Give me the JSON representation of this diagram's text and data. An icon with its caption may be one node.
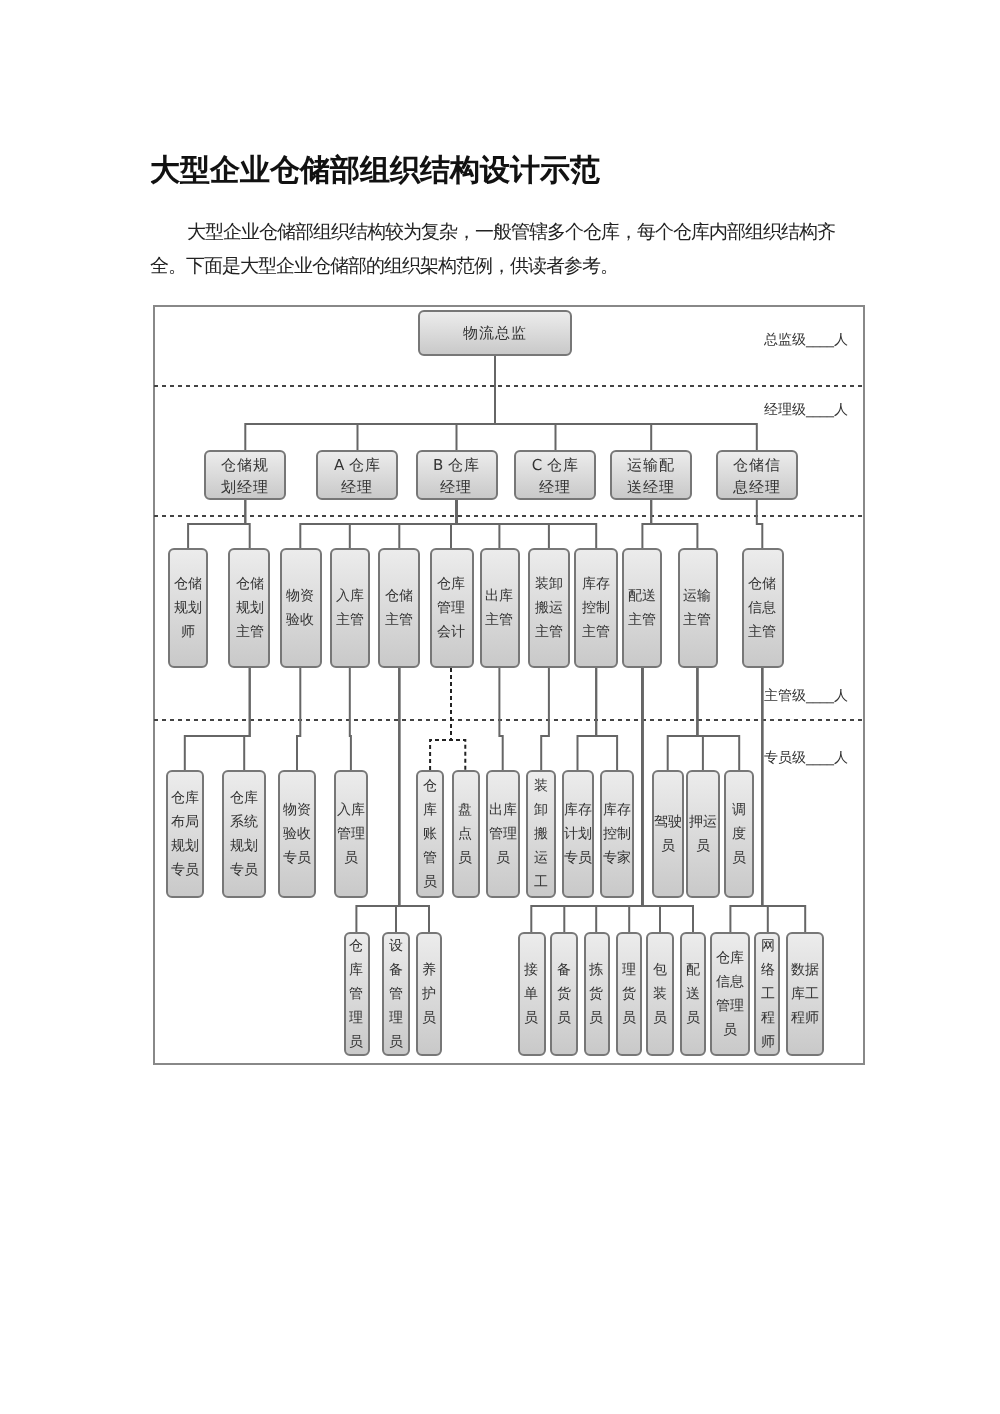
{
  "diagram": {
    "title": "大型企业仓储部组织结构设计示范",
    "nodes": [
      {
        "text": [
          "物流总监"
        ]
      },
      {
        "text": [
          "仓储规划经理"
        ]
      },
      {
        "text": [
          "A 仓库经理"
        ]
      },
      {
        "text": [
          "B 仓库经理"
        ]
      },
      {
        "text": [
          "C 仓库经理"
        ]
      },
      {
        "text": [
          "运输配送经理"
        ]
      },
      {
        "text": [
          "仓储信息经理"
        ]
      },
      {
        "text": [
          "仓储规划师"
        ]
      },
      {
        "text": [
          "仓储规划主管"
        ]
      },
      {
        "text": [
          "物资验收"
        ]
      },
      {
        "text": [
          "入库主管"
        ]
      },
      {
        "text": [
          "仓储主管"
        ]
      },
      {
        "text": [
          "仓库管理会计"
        ]
      },
      {
        "text": [
          "出库主管"
        ]
      },
      {
        "text": [
          "装卸搬运主管"
        ]
      },
      {
        "text": [
          "库存控制主管"
        ]
      },
      {
        "text": [
          "配送主管"
        ]
      },
      {
        "text": [
          "运输主管"
        ]
      },
      {
        "text": [
          "仓储信息主管"
        ]
      },
      {
        "text": [
          "仓库布局规划专员"
        ]
      },
      {
        "text": [
          "仓库系统规划专员"
        ]
      },
      {
        "text": [
          "物资验收专员"
        ]
      },
      {
        "text": [
          "入库管理员"
        ]
      },
      {
        "text": [
          "仓库账管员"
        ]
      },
      {
        "text": [
          "盘点员"
        ]
      },
      {
        "text": [
          "出库管理员"
        ]
      },
      {
        "text": [
          "装卸搬运工"
        ]
      },
      {
        "text": [
          "库存计划专员"
        ]
      },
      {
        "text": [
          "库存控制专家"
        ]
      },
      {
        "text": [
          "驾驶员"
        ]
      },
      {
        "text": [
          "押运员"
        ]
      },
      {
        "text": [
          "调度员"
        ]
      },
      {
        "text": [
          "仓库管理员"
        ]
      },
      {
        "text": [
          "设备管理员"
        ]
      },
      {
        "text": [
          "养护员"
        ]
      },
      {
        "text": [
          "接单员"
        ]
      },
      {
        "text": [
          "备货员"
        ]
      },
      {
        "text": [
          "拣货员"
        ]
      },
      {
        "text": [
          "理货员"
        ]
      },
      {
        "text": [
          "包装员"
        ]
      },
      {
        "text": [
          "配送员"
        ]
      },
      {
        "text": [
          "仓库信息管理员"
        ]
      },
      {
        "text": [
          "网络工程师"
        ]
      },
      {
        "text": [
          "数据库工程师"
        ]
      }
    ],
    "edges": [
      {
        "from": 0,
        "to": 1,
        "arrow": "none"
      },
      {
        "from": 0,
        "to": 2,
        "arrow": "none"
      },
      {
        "from": 0,
        "to": 3,
        "arrow": "none"
      },
      {
        "from": 0,
        "to": 4,
        "arrow": "none"
      },
      {
        "from": 0,
        "to": 5,
        "arrow": "none"
      },
      {
        "from": 0,
        "to": 6,
        "arrow": "none"
      },
      {
        "from": 1,
        "to": 7,
        "arrow": "none"
      },
      {
        "from": 1,
        "to": 8,
        "arrow": "none"
      },
      {
        "from": 3,
        "to": 9,
        "arrow": "none"
      },
      {
        "from": 3,
        "to": 10,
        "arrow": "none"
      },
      {
        "from": 3,
        "to": 11,
        "arrow": "none"
      },
      {
        "from": 3,
        "to": 12,
        "arrow": "none"
      },
      {
        "from": 3,
        "to": 13,
        "arrow": "none"
      },
      {
        "from": 3,
        "to": 14,
        "arrow": "none"
      },
      {
        "from": 3,
        "to": 15,
        "arrow": "none"
      },
      {
        "from": 5,
        "to": 16,
        "arrow": "none"
      },
      {
        "from": 5,
        "to": 17,
        "arrow": "none"
      },
      {
        "from": 6,
        "to": 18,
        "arrow": "none"
      },
      {
        "from": 8,
        "to": 19,
        "arrow": "none"
      },
      {
        "from": 8,
        "to": 20,
        "arrow": "none"
      },
      {
        "from": 9,
        "to": 21,
        "arrow": "none"
      },
      {
        "from": 10,
        "to": 22,
        "arrow": "none"
      },
      {
        "from": 12,
        "to": 23,
        "arrow": "none",
        "style": "dashed"
      },
      {
        "from": 12,
        "to": 24,
        "arrow": "none",
        "style": "dashed"
      },
      {
        "from": 13,
        "to": 25,
        "arrow": "none"
      },
      {
        "from": 14,
        "to": 26,
        "arrow": "none"
      },
      {
        "from": 15,
        "to": 27,
        "arrow": "none"
      },
      {
        "from": 15,
        "to": 28,
        "arrow": "none"
      },
      {
        "from": 17,
        "to": 29,
        "arrow": "none"
      },
      {
        "from": 17,
        "to": 30,
        "arrow": "none"
      },
      {
        "from": 17,
        "to": 31,
        "arrow": "none"
      },
      {
        "from": 11,
        "to": 32,
        "arrow": "none"
      },
      {
        "from": 11,
        "to": 33,
        "arrow": "none"
      },
      {
        "from": 11,
        "to": 34,
        "arrow": "none"
      },
      {
        "from": 16,
        "to": 35,
        "arrow": "none"
      },
      {
        "from": 16,
        "to": 36,
        "arrow": "none"
      },
      {
        "from": 16,
        "to": 37,
        "arrow": "none"
      },
      {
        "from": 16,
        "to": 38,
        "arrow": "none"
      },
      {
        "from": 16,
        "to": 39,
        "arrow": "none"
      },
      {
        "from": 16,
        "to": 40,
        "arrow": "none"
      },
      {
        "from": 18,
        "to": 41,
        "arrow": "none"
      },
      {
        "from": 18,
        "to": 42,
        "arrow": "none"
      },
      {
        "from": 18,
        "to": 43,
        "arrow": "none"
      }
    ],
    "labels": [
      "大型企业仓储部组织结构较为复杂，一般管辖多个仓库，每个仓库内部组织结构齐全。下面是大型企业仓储部的组织架构范例，供读者参考。",
      "总监级____人",
      "经理级____人",
      "主管级____人",
      "专员级____人"
    ]
  }
}
